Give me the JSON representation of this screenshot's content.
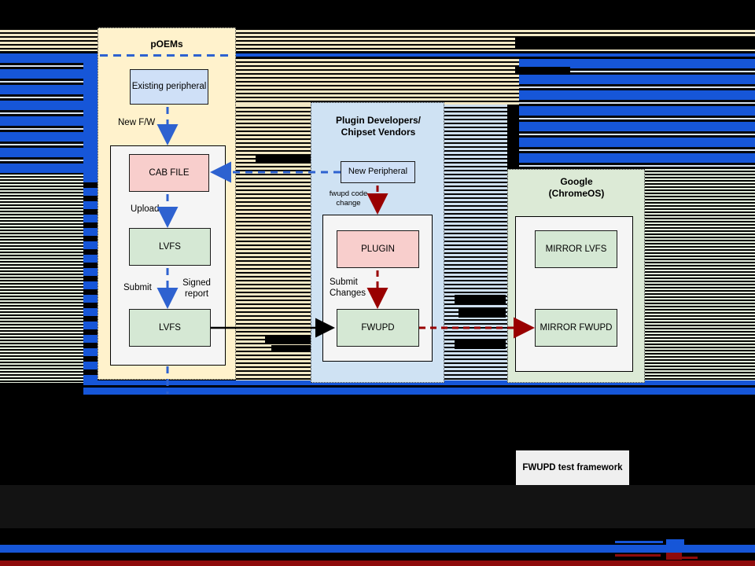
{
  "colors": {
    "accent_blue": "#2e62d0",
    "glitch_blue": "#1656d8",
    "dark_red": "#990000",
    "poems_fill": "#fff2cc",
    "plugin_fill": "#cfe2f3",
    "google_fill": "#dcead6",
    "node_green": "#d5e8d4",
    "node_pink": "#f8cecc",
    "node_blue": "#cfe0f7",
    "inner_gray": "#f5f5f5"
  },
  "poems": {
    "title": "pOEMs",
    "existing_peripheral": "Existing peripheral",
    "new_fw_label": "New F/W",
    "cab_file": "CAB FILE",
    "upload_label": "Upload",
    "lvfs_top": "LVFS",
    "submit_label": "Submit",
    "signed_report_label": "Signed report",
    "lvfs_bottom": "LVFS"
  },
  "plugin_vendors": {
    "title": "Plugin Developers/ Chipset Vendors",
    "new_peripheral": "New Peripheral",
    "fwupd_code_change_label": "fwupd code change",
    "plugin": "PLUGIN",
    "submit_changes_label": "Submit Changes",
    "fwupd": "FWUPD"
  },
  "google": {
    "title": "Google (ChromeOS)",
    "mirror_lvfs": "MIRROR LVFS",
    "mirror_fwupd": "MIRROR FWUPD"
  },
  "footer": {
    "fwupd_test_framework": "FWUPD test framework"
  }
}
